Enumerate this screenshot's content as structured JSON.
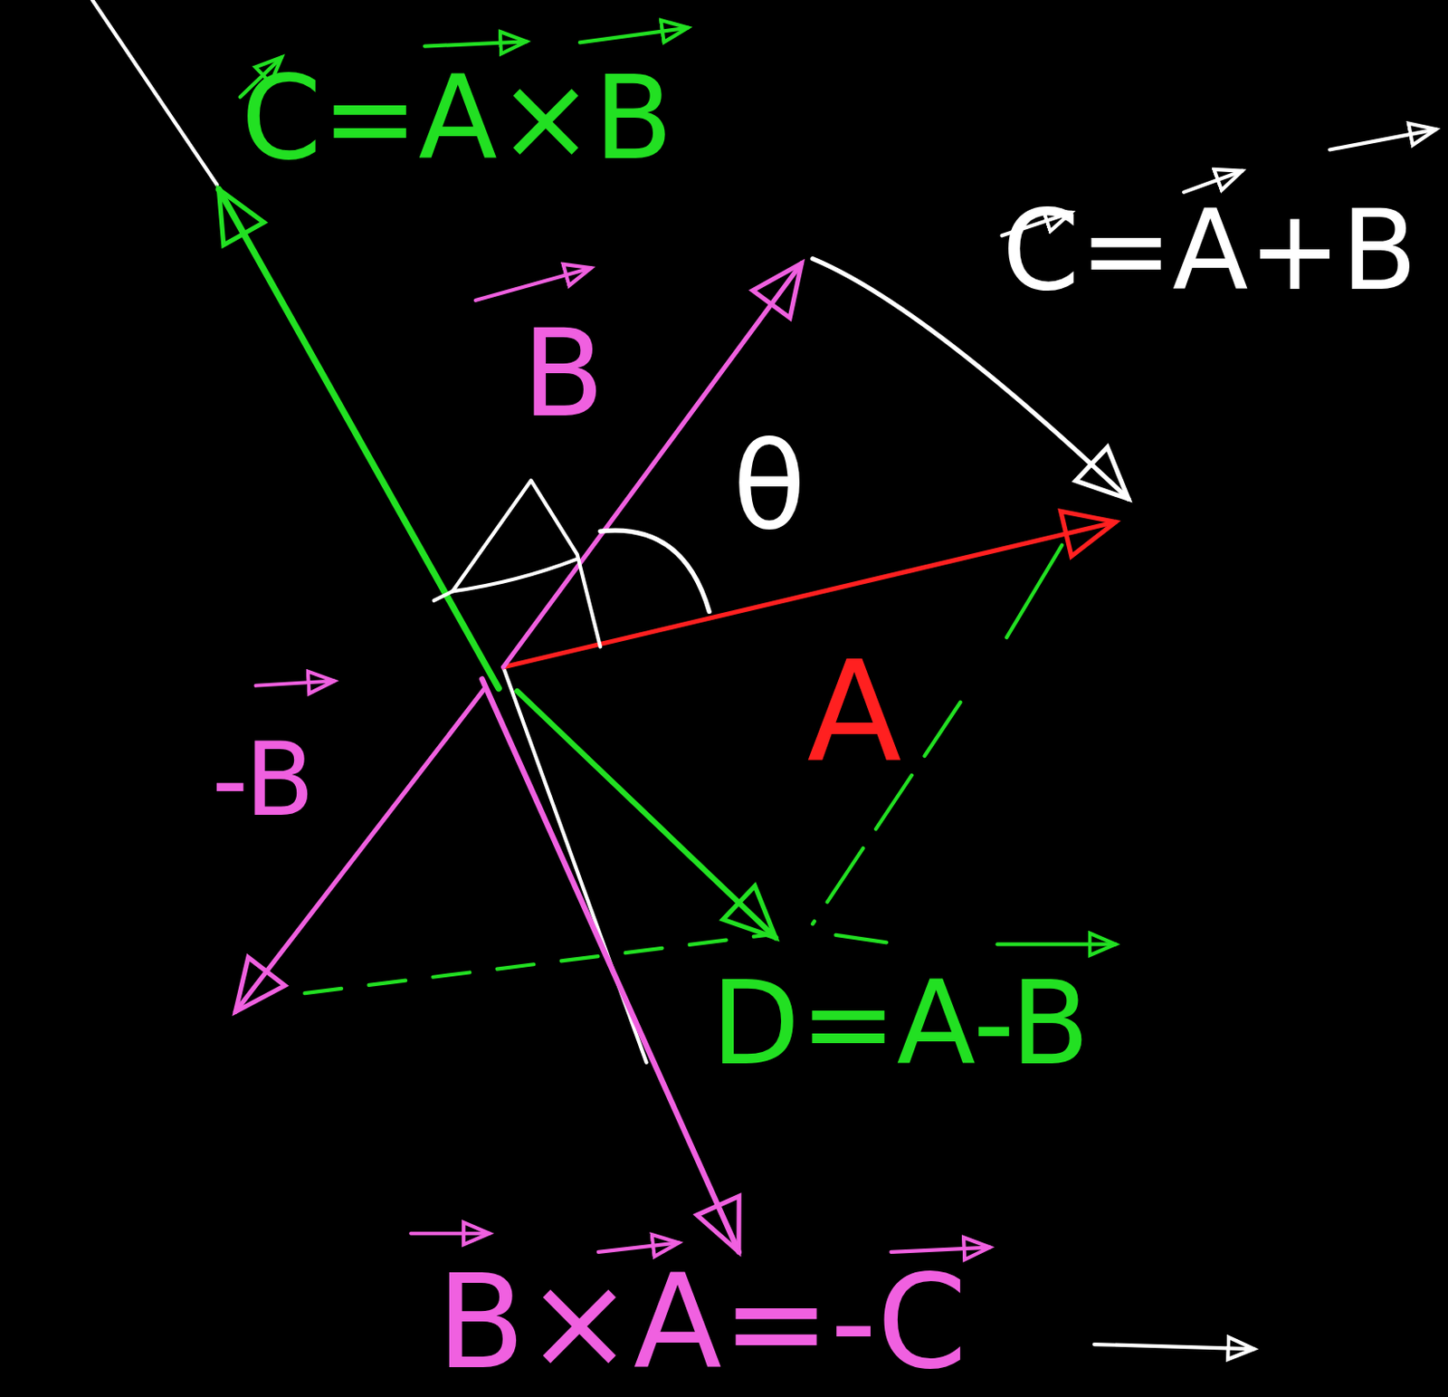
{
  "diagram": {
    "labels": [
      "C=A×B",
      "B",
      "θ",
      "C=A+B",
      "A",
      "-B",
      "D=A-B",
      "B×A=-C"
    ]
  }
}
